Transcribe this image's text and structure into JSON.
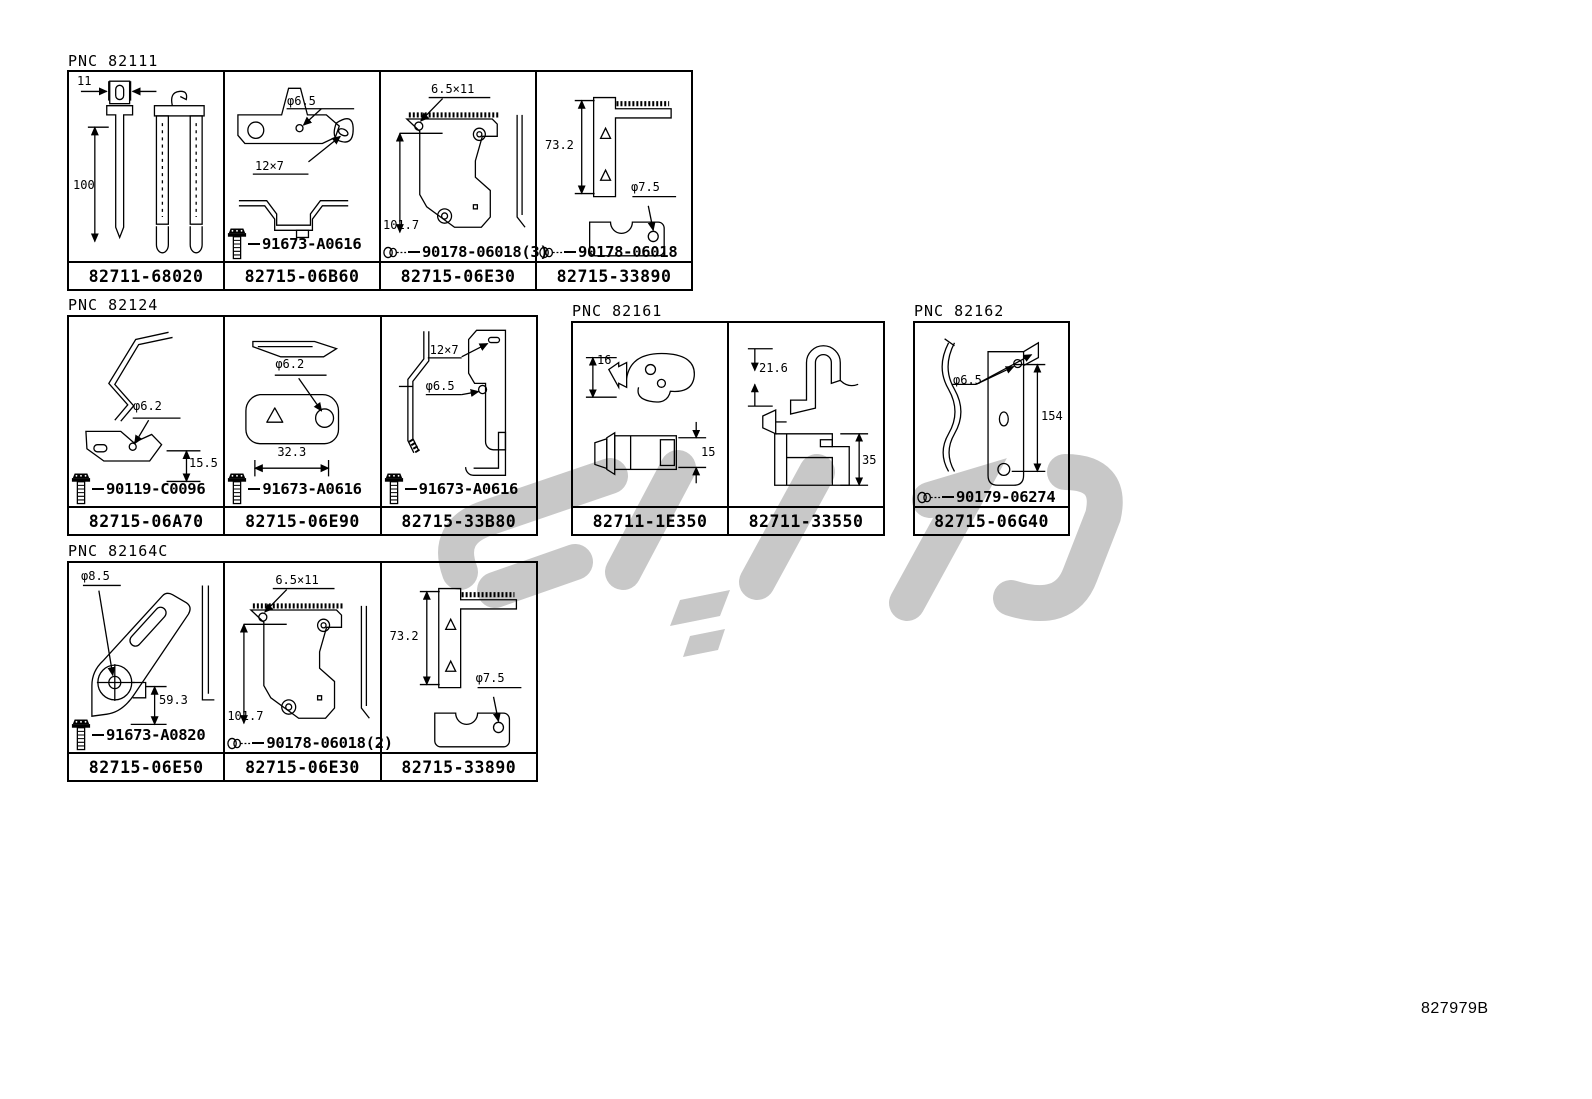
{
  "page": {
    "doc_code": "827979B",
    "background": "#ffffff",
    "line_color": "#000000",
    "watermark_color": "#c8c8c8"
  },
  "groups": [
    {
      "pnc_label": "PNC 82111",
      "panels": [
        {
          "part_number": "82711-68020",
          "dims": [
            "11",
            "100"
          ],
          "fastener_label": null,
          "fastener_icon": null
        },
        {
          "part_number": "82715-06B60",
          "dims": [
            "φ6.5",
            "12×7"
          ],
          "fastener_label": "91673-A0616",
          "fastener_icon": "bolt-icon"
        },
        {
          "part_number": "82715-06E30",
          "dims": [
            "6.5×11",
            "101.7"
          ],
          "fastener_label": "90178-06018(3)",
          "fastener_icon": "clip-nut-icon"
        },
        {
          "part_number": "82715-33890",
          "dims": [
            "73.2",
            "φ7.5"
          ],
          "fastener_label": "90178-06018",
          "fastener_icon": "clip-nut-icon"
        }
      ]
    },
    {
      "pnc_label": "PNC 82124",
      "panels": [
        {
          "part_number": "82715-06A70",
          "dims": [
            "φ6.2",
            "15.5"
          ],
          "fastener_label": "90119-C0096",
          "fastener_icon": "bolt-icon"
        },
        {
          "part_number": "82715-06E90",
          "dims": [
            "φ6.2",
            "32.3"
          ],
          "fastener_label": "91673-A0616",
          "fastener_icon": "bolt-icon"
        },
        {
          "part_number": "82715-33B80",
          "dims": [
            "12×7",
            "φ6.5"
          ],
          "fastener_label": "91673-A0616",
          "fastener_icon": "bolt-icon"
        }
      ]
    },
    {
      "pnc_label": "PNC 82161",
      "panels": [
        {
          "part_number": "82711-1E350",
          "dims": [
            "16",
            "15"
          ],
          "fastener_label": null,
          "fastener_icon": null
        },
        {
          "part_number": "82711-33550",
          "dims": [
            "21.6",
            "35"
          ],
          "fastener_label": null,
          "fastener_icon": null
        }
      ]
    },
    {
      "pnc_label": "PNC 82162",
      "panels": [
        {
          "part_number": "82715-06G40",
          "dims": [
            "φ6.5",
            "154"
          ],
          "fastener_label": "90179-06274",
          "fastener_icon": "clip-nut-icon"
        }
      ]
    },
    {
      "pnc_label": "PNC 82164C",
      "panels": [
        {
          "part_number": "82715-06E50",
          "dims": [
            "φ8.5",
            "59.3"
          ],
          "fastener_label": "91673-A0820",
          "fastener_icon": "bolt-icon"
        },
        {
          "part_number": "82715-06E30",
          "dims": [
            "6.5×11",
            "101.7"
          ],
          "fastener_label": "90178-06018(2)",
          "fastener_icon": "clip-nut-icon"
        },
        {
          "part_number": "82715-33890",
          "dims": [
            "73.2",
            "φ7.5"
          ],
          "fastener_label": null,
          "fastener_icon": null
        }
      ]
    }
  ]
}
